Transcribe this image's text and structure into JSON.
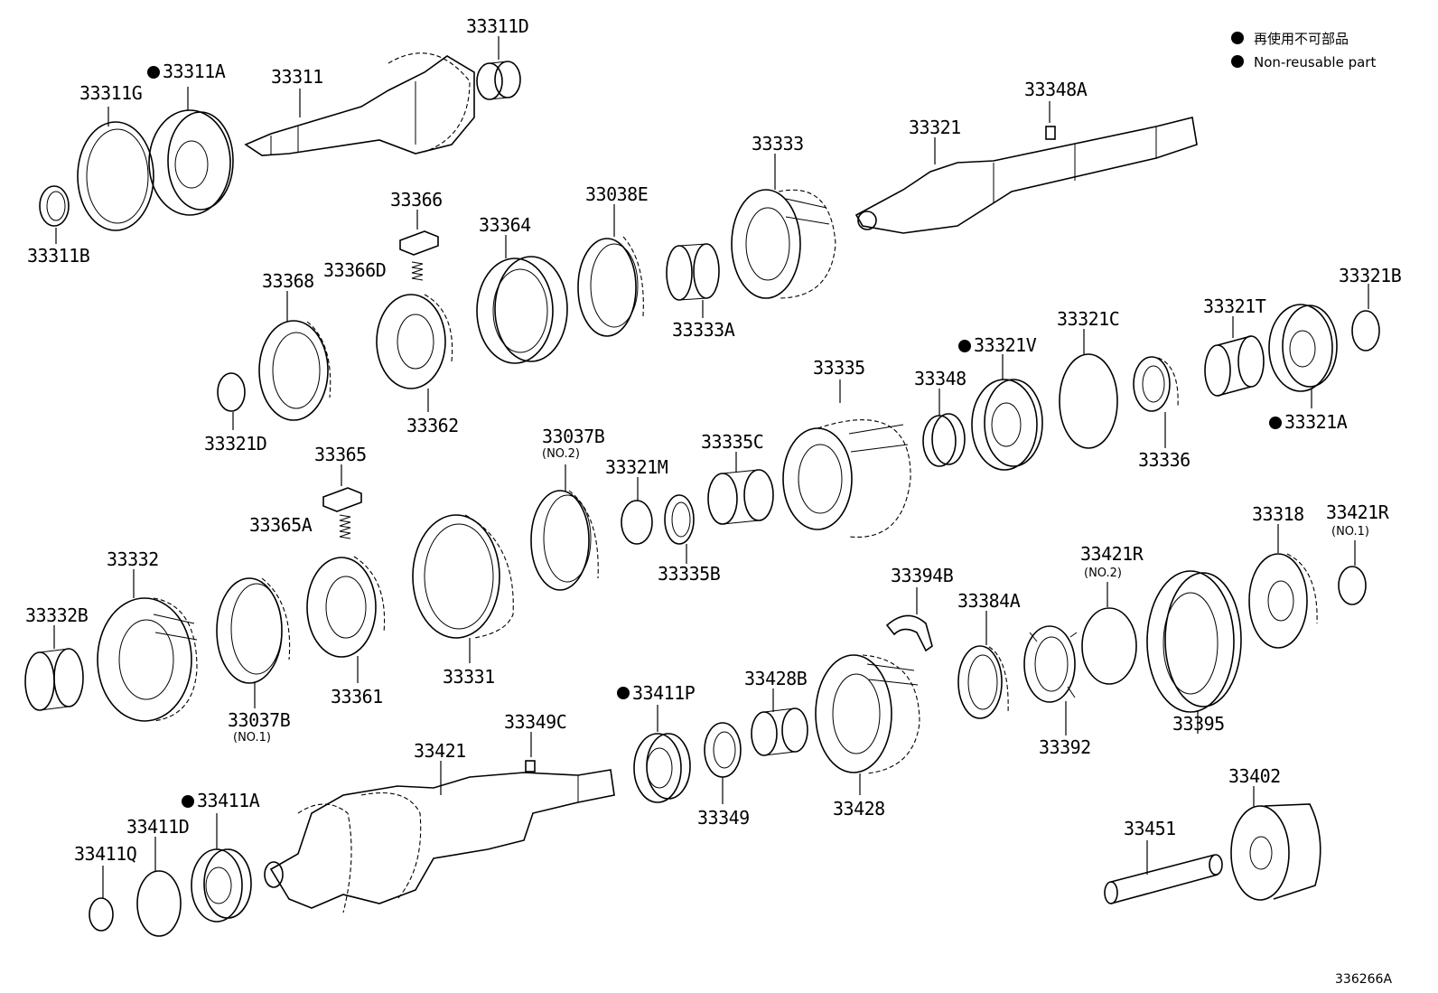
{
  "legend": {
    "items": [
      {
        "label": "再使用不可部品"
      },
      {
        "label": "Non-reusable part"
      }
    ]
  },
  "figure_id": "336266A",
  "parts": {
    "p33311D": "33311D",
    "p33311A": "33311A",
    "p33311": "33311",
    "p33311G": "33311G",
    "p33311B": "33311B",
    "p33348A": "33348A",
    "p33321": "33321",
    "p33333": "33333",
    "p33038E": "33038E",
    "p33364": "33364",
    "p33366": "33366",
    "p33366D": "33366D",
    "p33368": "33368",
    "p33333A": "33333A",
    "p33321D": "33321D",
    "p33362": "33362",
    "p33321B": "33321B",
    "p33321T": "33321T",
    "p33321C": "33321C",
    "p33321V": "33321V",
    "p33335": "33335",
    "p33348": "33348",
    "p33321A": "33321A",
    "p33336": "33336",
    "p33365": "33365",
    "p33037B2": "33037B",
    "p33037B2_sub": "(NO.2)",
    "p33335C": "33335C",
    "p33321M": "33321M",
    "p33365A": "33365A",
    "p33332": "33332",
    "p33335B": "33335B",
    "p33318": "33318",
    "p33421R1": "33421R",
    "p33421R1_sub": "(NO.1)",
    "p33421R2": "33421R",
    "p33421R2_sub": "(NO.2)",
    "p33394B": "33394B",
    "p33384A": "33384A",
    "p33332B": "33332B",
    "p33331": "33331",
    "p33361": "33361",
    "p33037B1": "33037B",
    "p33037B1_sub": "(NO.1)",
    "p33395": "33395",
    "p33392": "33392",
    "p33411P": "33411P",
    "p33428B": "33428B",
    "p33349C": "33349C",
    "p33421": "33421",
    "p33411A": "33411A",
    "p33411D": "33411D",
    "p33411Q": "33411Q",
    "p33349": "33349",
    "p33428": "33428",
    "p33402": "33402",
    "p33451": "33451"
  }
}
